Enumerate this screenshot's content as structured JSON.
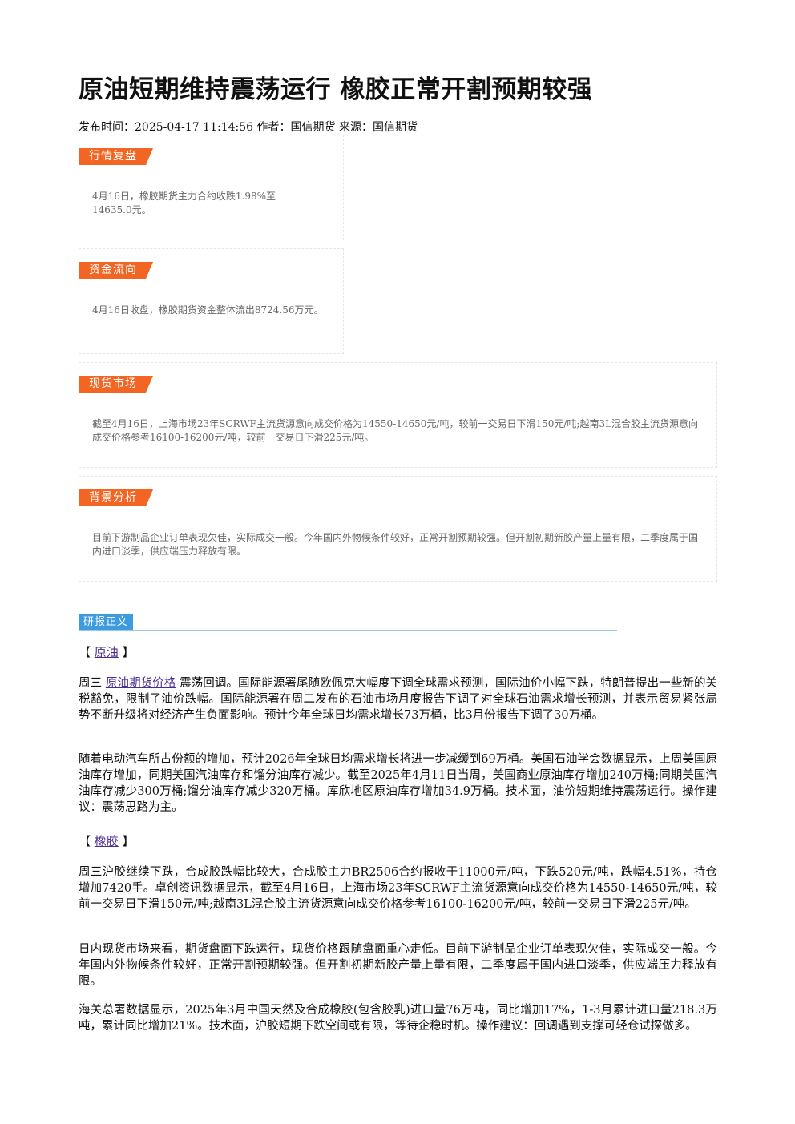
{
  "article": {
    "title": "原油短期维持震荡运行 橡胶正常开割预期较强",
    "meta": "发布时间：2025-04-17 11:14:56 作者：国信期货 来源：国信期货"
  },
  "summary_boxes": [
    {
      "tag": "行情复盘",
      "text": "4月16日，橡胶期货主力合约收跌1.98%至14635.0元。"
    },
    {
      "tag": "资金流向",
      "text": "4月16日收盘，橡胶期货资金整体流出8724.56万元。"
    },
    {
      "tag": "现货市场",
      "text": "截至4月16日，上海市场23年SCRWF主流货源意向成交价格为14550-14650元/吨，较前一交易日下滑150元/吨;越南3L混合胶主流货源意向成交价格参考16100-16200元/吨，较前一交易日下滑225元/吨。"
    },
    {
      "tag": "背景分析",
      "text": "目前下游制品企业订单表现欠佳，实际成交一般。今年国内外物候条件较好，正常开割预期较强。但开割初期新胶产量上量有限，二季度属于国内进口淡季，供应端压力释放有限。"
    }
  ],
  "report": {
    "label": "研报正文",
    "crude": {
      "bracket_open": "【",
      "heading": "原油",
      "bracket_close": "】",
      "p1_prefix": "周三",
      "p1_link": "原油期货价格",
      "p1_rest": "震荡回调。国际能源署尾随欧佩克大幅度下调全球需求预测，国际油价小幅下跌，特朗普提出一些新的关税豁免，限制了油价跌幅。国际能源署在周二发布的石油市场月度报告下调了对全球石油需求增长预测，并表示贸易紧张局势不断升级将对经济产生负面影响。预计今年全球日均需求增长73万桶，比3月份报告下调了30万桶。",
      "p2": "随着电动汽车所占份额的增加，预计2026年全球日均需求增长将进一步减缓到69万桶。美国石油学会数据显示，上周美国原油库存增加，同期美国汽油库存和馏分油库存减少。截至2025年4月11日当周，美国商业原油库存增加240万桶;同期美国汽油库存减少300万桶;馏分油库存减少320万桶。库欣地区原油库存增加34.9万桶。技术面，油价短期维持震荡运行。操作建议：震荡思路为主。"
    },
    "rubber": {
      "bracket_open": "【",
      "heading": "橡胶",
      "bracket_close": "】",
      "p1": "周三沪胶继续下跌，合成胶跌幅比较大，合成胶主力BR2506合约报收于11000元/吨，下跌520元/吨，跌幅4.51%，持仓增加7420手。卓创资讯数据显示，截至4月16日，上海市场23年SCRWF主流货源意向成交价格为14550-14650元/吨，较前一交易日下滑150元/吨;越南3L混合胶主流货源意向成交价格参考16100-16200元/吨，较前一交易日下滑225元/吨。",
      "p2": "日内现货市场来看，期货盘面下跌运行，现货价格跟随盘面重心走低。目前下游制品企业订单表现欠佳，实际成交一般。今年国内外物候条件较好，正常开割预期较强。但开割初期新胶产量上量有限，二季度属于国内进口淡季，供应端压力释放有限。",
      "p3": "海关总署数据显示，2025年3月中国天然及合成橡胶(包含胶乳)进口量76万吨，同比增加17%，1-3月累计进口量218.3万吨，累计同比增加21%。技术面，沪胶短期下跌空间或有限，等待企稳时机。操作建议：回调遇到支撑可轻仓试探做多。"
    }
  },
  "colors": {
    "tag_orange": "#f26522",
    "report_blue": "#3d9be0",
    "link_purple": "#4b2c91"
  }
}
